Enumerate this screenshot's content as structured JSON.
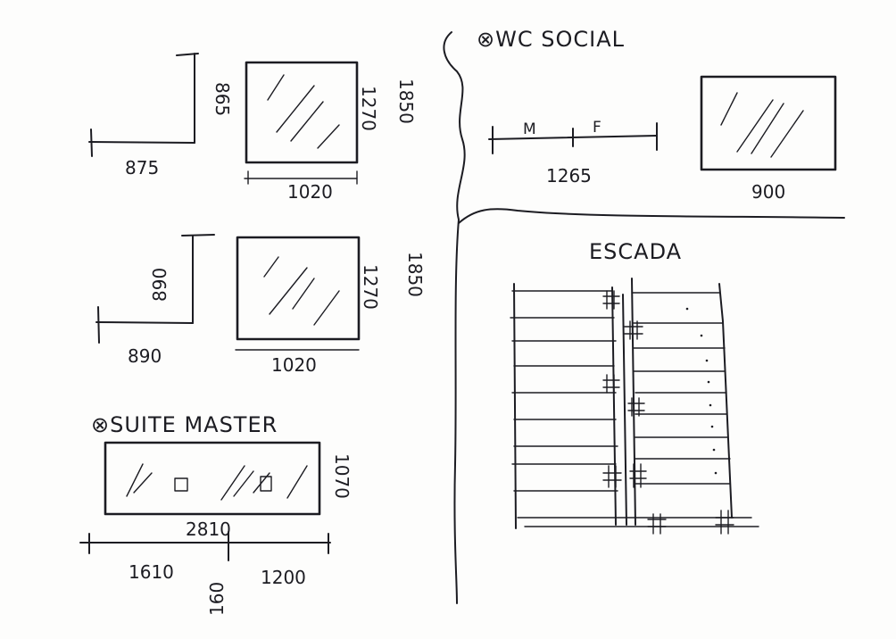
{
  "sections": {
    "social_title": "⊗WC SOCIAL",
    "suite_title": "⊗SUITE MASTER",
    "stair_title": "ESCADA"
  },
  "dims": {
    "a_width": "875",
    "a_height": "865",
    "b_width": "1020",
    "b_height": "1270",
    "b_total": "1850",
    "c_width": "890",
    "c_height": "890",
    "d_width": "1020",
    "d_height": "1270",
    "d_total": "1850",
    "wc_label_m": "M",
    "wc_label_f": "F",
    "wc_width": "1265",
    "wc_box_width": "900",
    "suite_height": "1070",
    "suite_width": "2810",
    "suite_left": "1610",
    "suite_mid": "160",
    "suite_right": "1200"
  }
}
